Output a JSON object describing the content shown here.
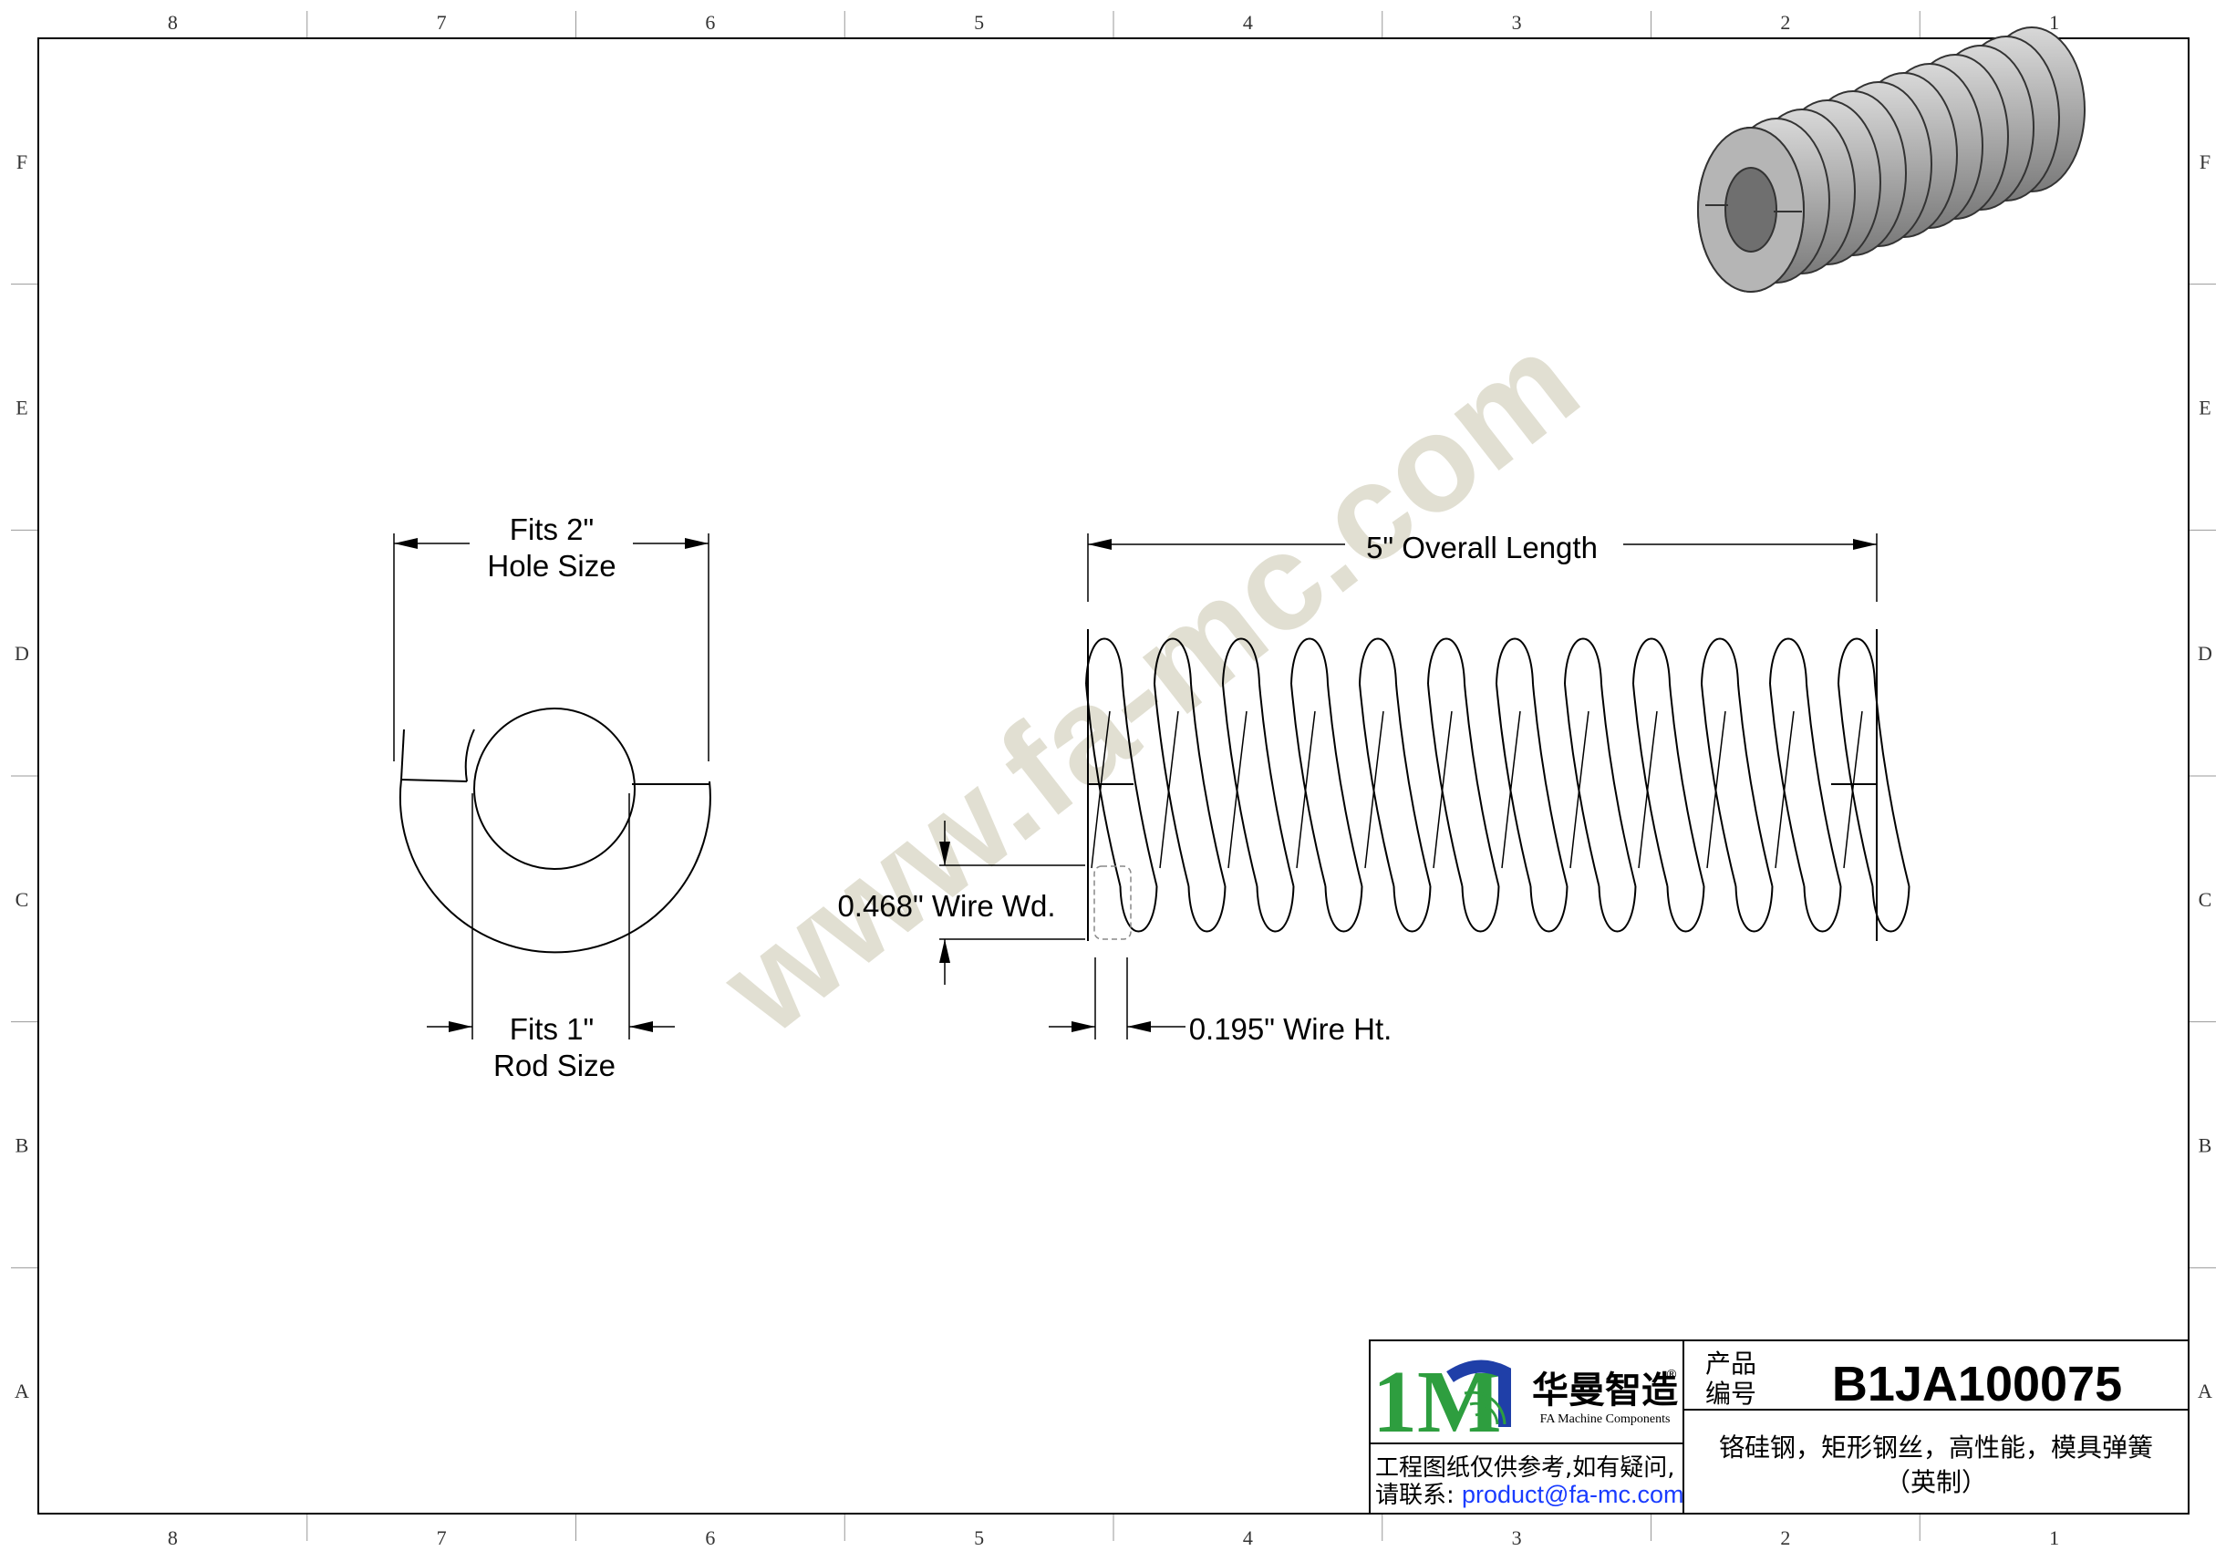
{
  "zones": {
    "columns": [
      "8",
      "7",
      "6",
      "5",
      "4",
      "3",
      "2",
      "1"
    ],
    "rows": [
      "F",
      "E",
      "D",
      "C",
      "B",
      "A"
    ]
  },
  "watermark": "www.fa-mc.com",
  "end_view": {
    "hole_label_line1": "Fits 2\"",
    "hole_label_line2": "Hole Size",
    "rod_label_line1": "Fits 1\"",
    "rod_label_line2": "Rod Size"
  },
  "side_view": {
    "length_label": "5\" Overall Length",
    "wire_width_label": "0.468\" Wire Wd.",
    "wire_height_label": "0.195\" Wire Ht.",
    "coil_count": 12
  },
  "title_block": {
    "logo_text": "1M",
    "brand_cn": "华曼智造",
    "registered_mark": "®",
    "brand_en": "FA Machine Components",
    "disclaimer_line1": "工程图纸仅供参考,如有疑问,",
    "contact_label": "请联系:",
    "email": "product@fa-mc.com",
    "product_no_label_line1": "产品",
    "product_no_label_line2": "编号",
    "product_no": "B1JA100075",
    "description_line1": "铬硅钢，矩形钢丝，高性能，模具弹簧",
    "description_line2": "（英制）"
  },
  "colors": {
    "logo_green": "#2e9e3f",
    "logo_blue": "#1f3fa8",
    "watermark": "#c9c6ae",
    "email_blue": "#1a3cff"
  }
}
